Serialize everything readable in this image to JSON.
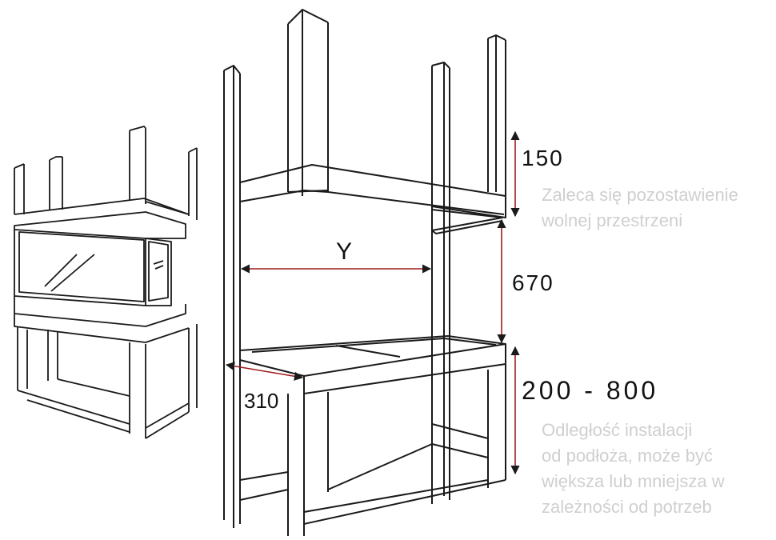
{
  "colors": {
    "line": "#1a1a1a",
    "dimension_arrow": "#a01c1c",
    "note_text": "#cfcfcf",
    "background": "#ffffff"
  },
  "dimensions": {
    "top_gap": "150",
    "opening_height": "670",
    "install_height": "200 - 800",
    "width_label": "Y",
    "depth": "310"
  },
  "notes": {
    "top_note": [
      "Zaleca się pozostawienie",
      "wolnej przestrzeni"
    ],
    "bottom_note": [
      "Odległość instalacji",
      "od podłoża, może być",
      "większa lub mniejsza w",
      "zależności od potrzeb"
    ]
  }
}
